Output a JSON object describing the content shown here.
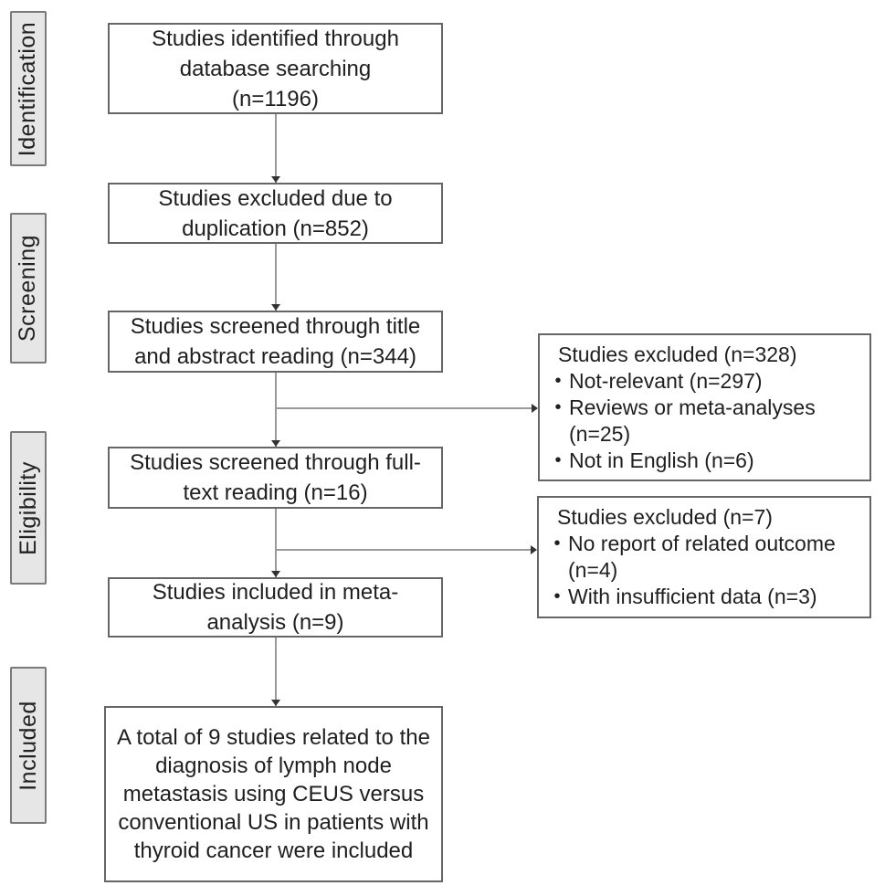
{
  "bullet_char": "•",
  "stages": [
    {
      "label": "Identification"
    },
    {
      "label": "Screening"
    },
    {
      "label": "Eligibility"
    },
    {
      "label": "Included"
    }
  ],
  "flow": {
    "boxes": [
      {
        "id": "identified",
        "text": "Studies identified through database searching (n=1196)"
      },
      {
        "id": "excluded-duplication",
        "text": "Studies excluded due to duplication (n=852)"
      },
      {
        "id": "screened-title-abstract",
        "text": "Studies screened through title and abstract reading (n=344)"
      },
      {
        "id": "screened-fulltext",
        "text": "Studies screened through full-text reading (n=16)"
      },
      {
        "id": "included-meta-analysis",
        "text": "Studies included in meta-analysis (n=9)"
      },
      {
        "id": "summary",
        "text": "A total of 9 studies related to the diagnosis of lymph node metastasis using CEUS versus conventional US in patients with thyroid cancer were included"
      }
    ]
  },
  "exclusions": [
    {
      "title": "Studies excluded (n=328)",
      "items": [
        "Not-relevant (n=297)",
        "Reviews or meta-analyses (n=25)",
        "Not in English (n=6)"
      ]
    },
    {
      "title": "Studies excluded (n=7)",
      "items": [
        "No report of related outcome (n=4)",
        "With insufficient data (n=3)"
      ]
    }
  ],
  "colors": {
    "box_border": "#666666",
    "stage_label_fill": "#e6e6e6",
    "stage_label_border": "#7a7a7a",
    "connector_line": "#9a9a9a",
    "arrowhead": "#333333",
    "text": "#1f1f1f",
    "background": "#ffffff"
  }
}
